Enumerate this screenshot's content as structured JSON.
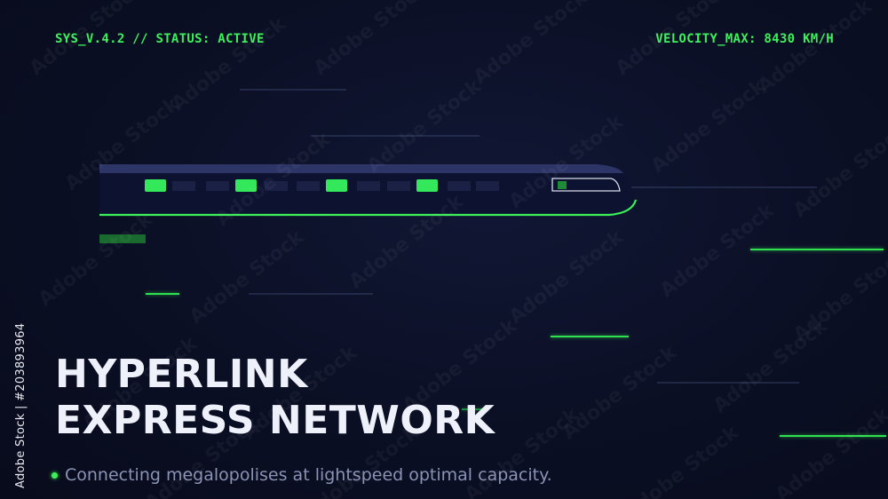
{
  "hud": {
    "status": "SYS_V.4.2 // STATUS: ACTIVE",
    "velocity": "VELOCITY_MAX: 8430 KM/H"
  },
  "hero": {
    "title_line1": "HYPERLINK",
    "title_line2": "EXPRESS NETWORK",
    "subtitle": "Connecting megalopolises at lightspeed optimal capacity."
  },
  "stock": {
    "id_text": "Adobe Stock | #203893964",
    "watermark": "Adobe Stock"
  },
  "colors": {
    "background": "#0b0f24",
    "accent_green": "#3cf05a",
    "train_roof": "#2c3566",
    "title_text": "#eef1fa",
    "subtitle_text": "#8a93b4"
  }
}
